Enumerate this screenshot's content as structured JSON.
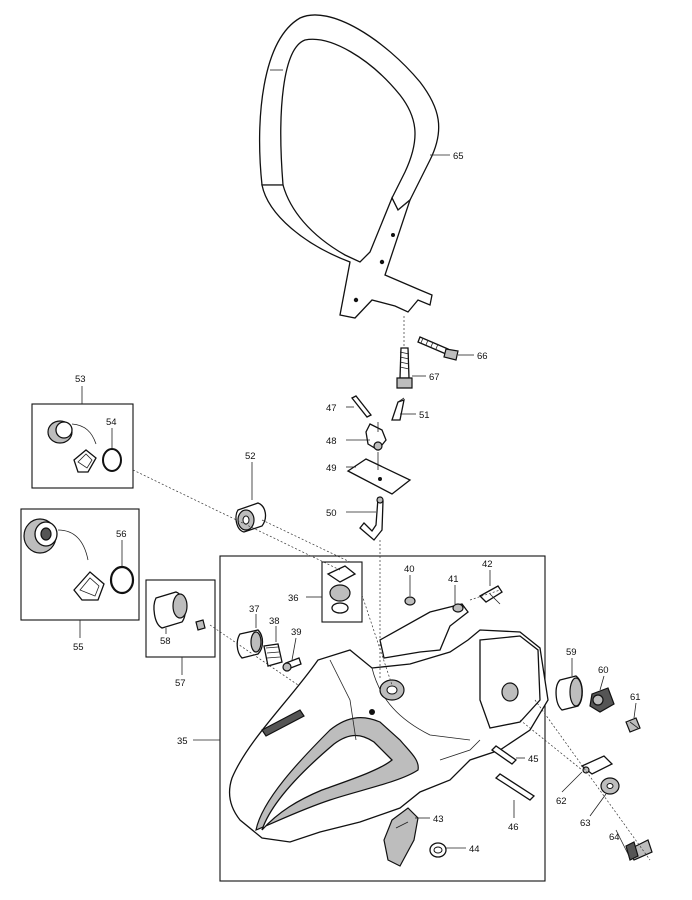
{
  "labels": {
    "p35": "35",
    "p36": "36",
    "p37": "37",
    "p38": "38",
    "p39": "39",
    "p40": "40",
    "p41": "41",
    "p42": "42",
    "p43": "43",
    "p44": "44",
    "p45": "45",
    "p46": "46",
    "p47": "47",
    "p48": "48",
    "p49": "49",
    "p50": "50",
    "p51": "51",
    "p52": "52",
    "p53": "53",
    "p54": "54",
    "p55": "55",
    "p56": "56",
    "p57": "57",
    "p58": "58",
    "p59": "59",
    "p60": "60",
    "p61": "61",
    "p62": "62",
    "p63": "63",
    "p64": "64",
    "p65": "65",
    "p66": "66",
    "p67": "67"
  }
}
